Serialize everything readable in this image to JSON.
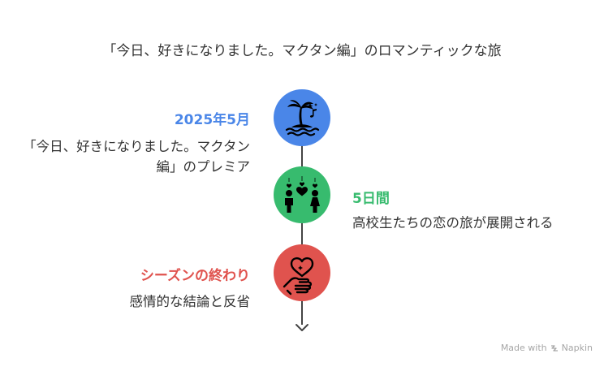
{
  "title": "「今日、好きになりました。マクタン編」のロマンティックな旅",
  "events": [
    {
      "heading": "2025年5月",
      "text": "「今日、好きになりました。マクタン編」のプレミア",
      "color": "#4a86e8",
      "icon": "island-icon"
    },
    {
      "heading": "5日間",
      "text": "高校生たちの恋の旅が展開される",
      "color": "#37bb6e",
      "icon": "couple-icon"
    },
    {
      "heading": "シーズンの終わり",
      "text": "感情的な結論と反省",
      "color": "#e0534e",
      "icon": "hand-heart-icon"
    }
  ],
  "footer": {
    "made_with": "Made with",
    "brand": "Napkin"
  }
}
